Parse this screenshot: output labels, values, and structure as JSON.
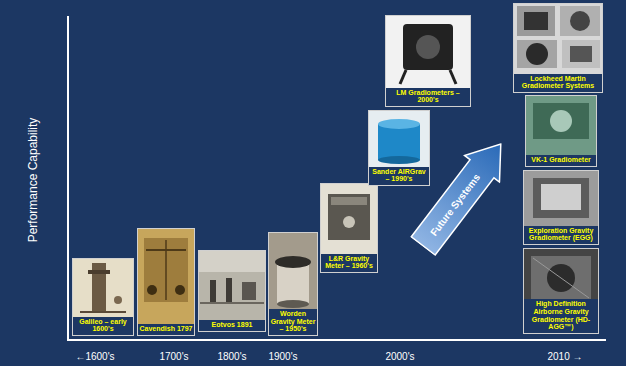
{
  "diagram": {
    "nodes": [
      {
        "text": [
          "Galileo – early 1600's"
        ]
      },
      {
        "text": [
          "Cavendish 1797"
        ]
      },
      {
        "text": [
          "Eotvos 1891"
        ]
      },
      {
        "text": [
          "Worden Gravity Meter – 1950's"
        ]
      },
      {
        "text": [
          "L&R Gravity Meter – 1960's"
        ]
      },
      {
        "text": [
          "Sander AIRGrav – 1990's"
        ]
      },
      {
        "text": [
          "LM Gradiometers – 2000's"
        ]
      },
      {
        "text": [
          "Future Systems"
        ]
      },
      {
        "text": [
          "Lockheed Martin Gradiometer Systems"
        ]
      },
      {
        "text": [
          "VK-1 Gradiometer"
        ]
      },
      {
        "text": [
          "Exploration Gravity Gradiometer (EGG)"
        ]
      },
      {
        "text": [
          "High Definition Airborne Gravity Gradiometer (HD-AGG™)"
        ]
      }
    ],
    "labels": [
      "Performance Capability",
      "←1600's",
      "1700's",
      "1800's",
      "1900's",
      "2000's",
      "2010 →"
    ]
  }
}
